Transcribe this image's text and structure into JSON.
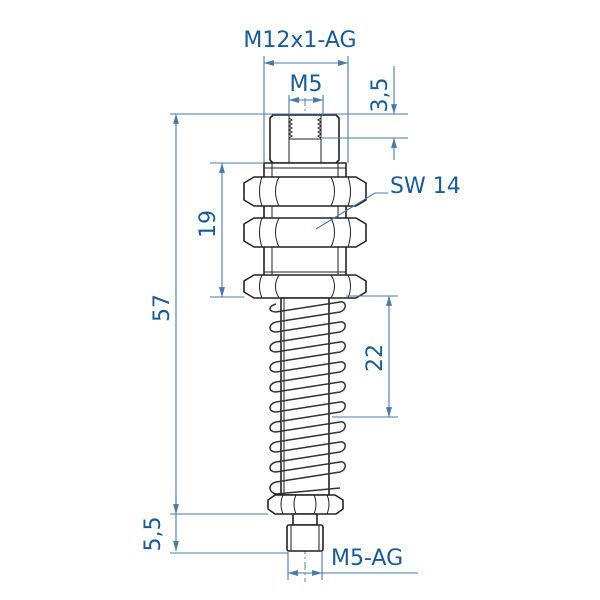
{
  "drawing": {
    "title": "Spring plunger technical drawing",
    "colors": {
      "dimension": "#1a5a96",
      "dimension_line": "#4a78a8",
      "part_outline": "#222222",
      "background": "#ffffff"
    },
    "labels": {
      "top_thread": "M12x1-AG",
      "inner_thread": "M5",
      "top_depth": "3,5",
      "wrench_size": "SW 14",
      "thread_length": "19",
      "overall_length": "57",
      "spring_length": "22",
      "bottom_thread_length": "5,5",
      "bottom_thread": "M5-AG"
    }
  }
}
